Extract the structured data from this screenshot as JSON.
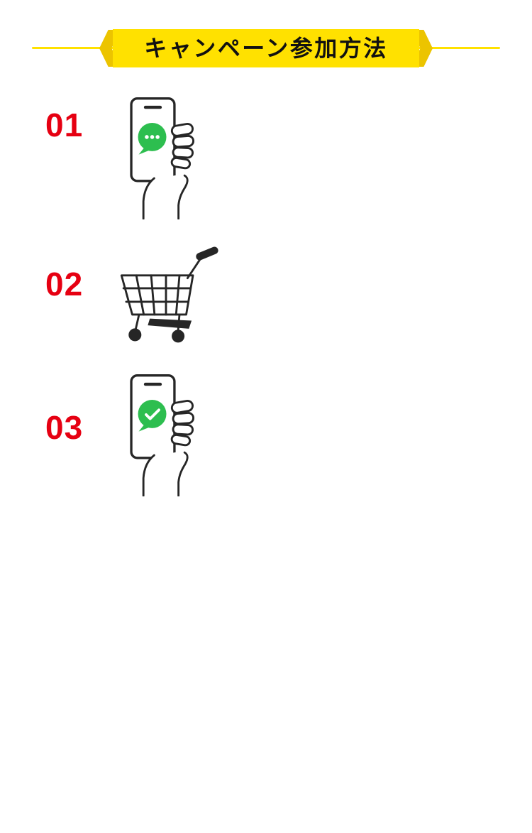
{
  "header": {
    "ribbon_title": "キャンペーン参加方法"
  },
  "steps": [
    {
      "number": "01",
      "illustration": "hand-holding-phone-with-chat-bubble"
    },
    {
      "number": "02",
      "illustration": "shopping-cart"
    },
    {
      "number": "03",
      "illustration": "hand-holding-phone-with-check-bubble"
    }
  ],
  "colors": {
    "background": "#FFFFFF",
    "ribbon_yellow": "#FFE100",
    "ribbon_fold_gold": "#ECC400",
    "step_number_red": "#E60012",
    "bubble_green": "#2DBE4F",
    "line_dark": "#262626"
  }
}
